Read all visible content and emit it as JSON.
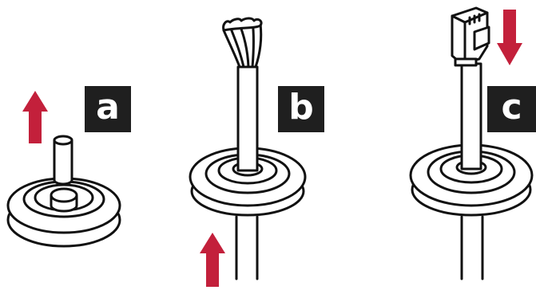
{
  "steps": [
    {
      "label": "a",
      "arrow_direction": "up"
    },
    {
      "label": "b",
      "arrow_direction": "up"
    },
    {
      "label": "c",
      "arrow_direction": "down"
    }
  ],
  "colors": {
    "arrow": "#c3203b",
    "badge_background": "#1f1f1f",
    "badge_text": "#ffffff",
    "outline": "#111111"
  },
  "icons": [
    "grommet-plug",
    "stripped-wire",
    "rj45-connector"
  ]
}
